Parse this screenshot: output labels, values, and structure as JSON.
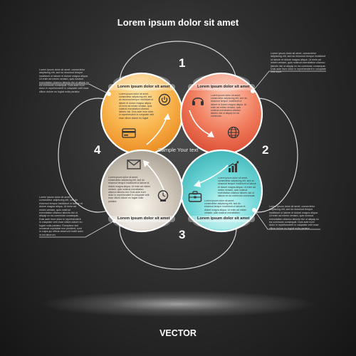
{
  "title": "Lorem ipsum dolor sit amet",
  "footer": "VECTOR",
  "center_label": "Sample Your  text",
  "numbers": [
    "1",
    "2",
    "3",
    "4"
  ],
  "circles": [
    {
      "heading": "Lorem ipsum dolor sit amet",
      "body": "Lorem ipsum dolor sit amet, consectetur adipiscing elit, sed do eiusmod tempor incididunt ut labore et dolore magna aliqua. Ut enim ad minim veniam, quis nostrud exercitation ullamco laboris nisi. Duis aute irure dolor in reprehenderit in voluptate velit esse cillum dolore eu fugiat nulla.",
      "color": "#f6a33a"
    },
    {
      "heading": "Lorem ipsum dolor sit amet",
      "body": "Lorem ipsum dolor sit amet, consectetur adipiscing elit, sed do eiusmod tempor incididunt ut labore et dolore magna aliqua. Ut enim ad minim veniam, quis nostrud exercitation ullamco laboris nisi ut aliquip ex ea commodo.",
      "color": "#ee6a52"
    },
    {
      "heading": "Lorem ipsum dolor sit amet",
      "body": "Lorem ipsum dolor sit amet, consectetur adipiscing elit, sed do eiusmod tempor incididunt ut labore et dolore magna aliqua. Ut enim ad minim veniam, quis nostrud exercitation ullamco laboris nisi ut aliquip ex ea commodo consequat.",
      "color": "#5fcfd0"
    },
    {
      "heading": "Lorem ipsum dolor sit amet",
      "body": "Lorem ipsum dolor sit amet, consectetur adipiscing elit, sed do eiusmod tempor incididunt ut labore et dolore magna aliqua. Ut enim ad minim veniam, quis nostrud exercitation ullamco laboris nisi. Duis aute irure dolor in reprehenderit in voluptate velit esse cillum dolore eu fugiat nulla pariatur.",
      "color": "#c9c0b4"
    }
  ],
  "side_texts": {
    "top_left": "Lorem ipsum dolor sit amet, consectetur adipiscing elit, sed do eiusmod tempor incididunt ut labore et dolore magna aliqua. Ut enim ad minim veniam, quis nostrud exercitation ullamco laboris nisi ut aliquip ex ea commodo consequat. Duis aute irure dolor in reprehenderit in voluptate velit esse cillum dolore eu fugiat nulla pariatur.",
    "top_right": "Lorem ipsum dolor sit amet, consectetur adipiscing elit, sed do eiusmod tempor incididunt ut labore et dolore magna aliqua. Ut enim ad minim veniam, quis nostrud exercitation ullamco laboris nisi ut aliquip ex ea commodo consequat. Duis aute irure dolor in reprehenderit in voluptate velit esse.",
    "bottom_left": "Lorem ipsum dolor sit amet, consectetur adipiscing elit, sed do eiusmod tempor incididunt ut labore et dolore magna aliqua. Ut enim ad minim veniam, quis nostrud exercitation ullamco laboris nisi ut aliquip ex ea commodo consequat. Duis aute irure dolor in reprehenderit in voluptate velit esse cillum dolore eu fugiat nulla pariatur. Excepteur sint occaecat cupidatat non proident, sunt in culpa qui officia deserunt mollit anim id est laborum.",
    "bottom_right": "Lorem ipsum dolor sit amet, consectetur adipiscing elit, sed do eiusmod tempor incididunt ut labore et dolore magna aliqua. Ut enim ad minim veniam, quis nostrud exercitation ullamco laboris nisi ut aliquip ex ea commodo consequat. Duis aute irure dolor in reprehenderit in voluptate velit esse cillum dolore eu fugiat nulla pariatur."
  },
  "icons": [
    "power-icon",
    "headset-icon",
    "globe-icon",
    "bar-chart-icon",
    "briefcase-icon",
    "clock-icon",
    "envelope-icon",
    "credit-card-icon"
  ]
}
